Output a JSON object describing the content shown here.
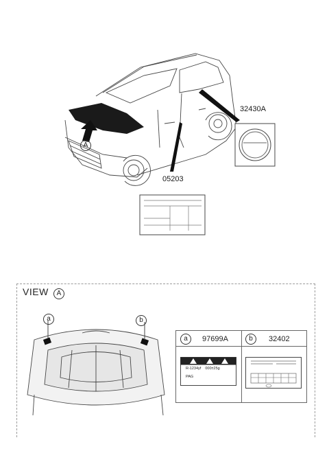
{
  "parts": {
    "p1": "32430A",
    "p2": "05203",
    "p3": "97699A",
    "p4": "32402"
  },
  "view": {
    "title": "VIEW",
    "marker": "A"
  },
  "callouts": {
    "a": "a",
    "b": "b",
    "hood_marker": "A"
  },
  "label_a": {
    "refrigerant": "R-1234yf",
    "amount": "000±25g",
    "oil": "PAG"
  }
}
